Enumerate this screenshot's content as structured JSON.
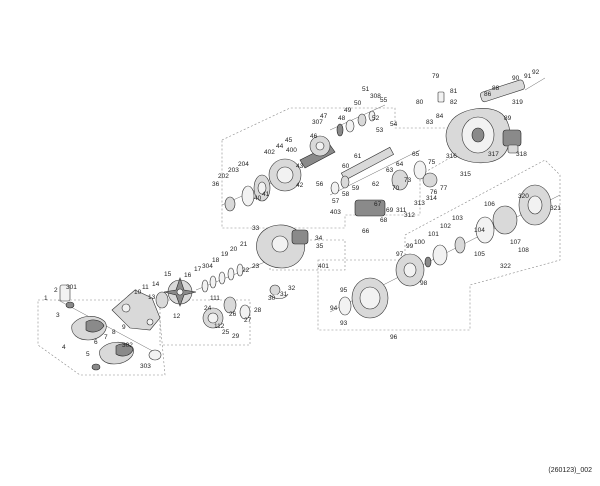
{
  "diagram": {
    "labels": [
      "1",
      "2",
      "301",
      "3",
      "4",
      "5",
      "6",
      "7",
      "8",
      "9",
      "10",
      "11",
      "12",
      "13",
      "14",
      "15",
      "16",
      "17",
      "304",
      "18",
      "19",
      "20",
      "21",
      "22",
      "23",
      "24",
      "25",
      "26",
      "27",
      "28",
      "29",
      "30",
      "31",
      "32",
      "33",
      "34",
      "35",
      "36",
      "40",
      "41",
      "42",
      "43",
      "44",
      "45",
      "46",
      "47",
      "48",
      "49",
      "50",
      "51",
      "52",
      "53",
      "54",
      "55",
      "56",
      "57",
      "58",
      "59",
      "60",
      "61",
      "62",
      "63",
      "64",
      "65",
      "66",
      "67",
      "68",
      "69",
      "70",
      "73",
      "75",
      "76",
      "77",
      "79",
      "80",
      "81",
      "82",
      "83",
      "84",
      "86",
      "88",
      "89",
      "90",
      "91",
      "92",
      "93",
      "94",
      "95",
      "96",
      "97",
      "98",
      "99",
      "100",
      "101",
      "102",
      "103",
      "104",
      "105",
      "106",
      "107",
      "108",
      "111",
      "112",
      "202",
      "203",
      "204",
      "302",
      "303",
      "307",
      "308",
      "311",
      "312",
      "313",
      "314",
      "315",
      "316",
      "317",
      "318",
      "319",
      "320",
      "321",
      "322",
      "400",
      "401",
      "402",
      "403"
    ],
    "code": "(260123)_002"
  }
}
